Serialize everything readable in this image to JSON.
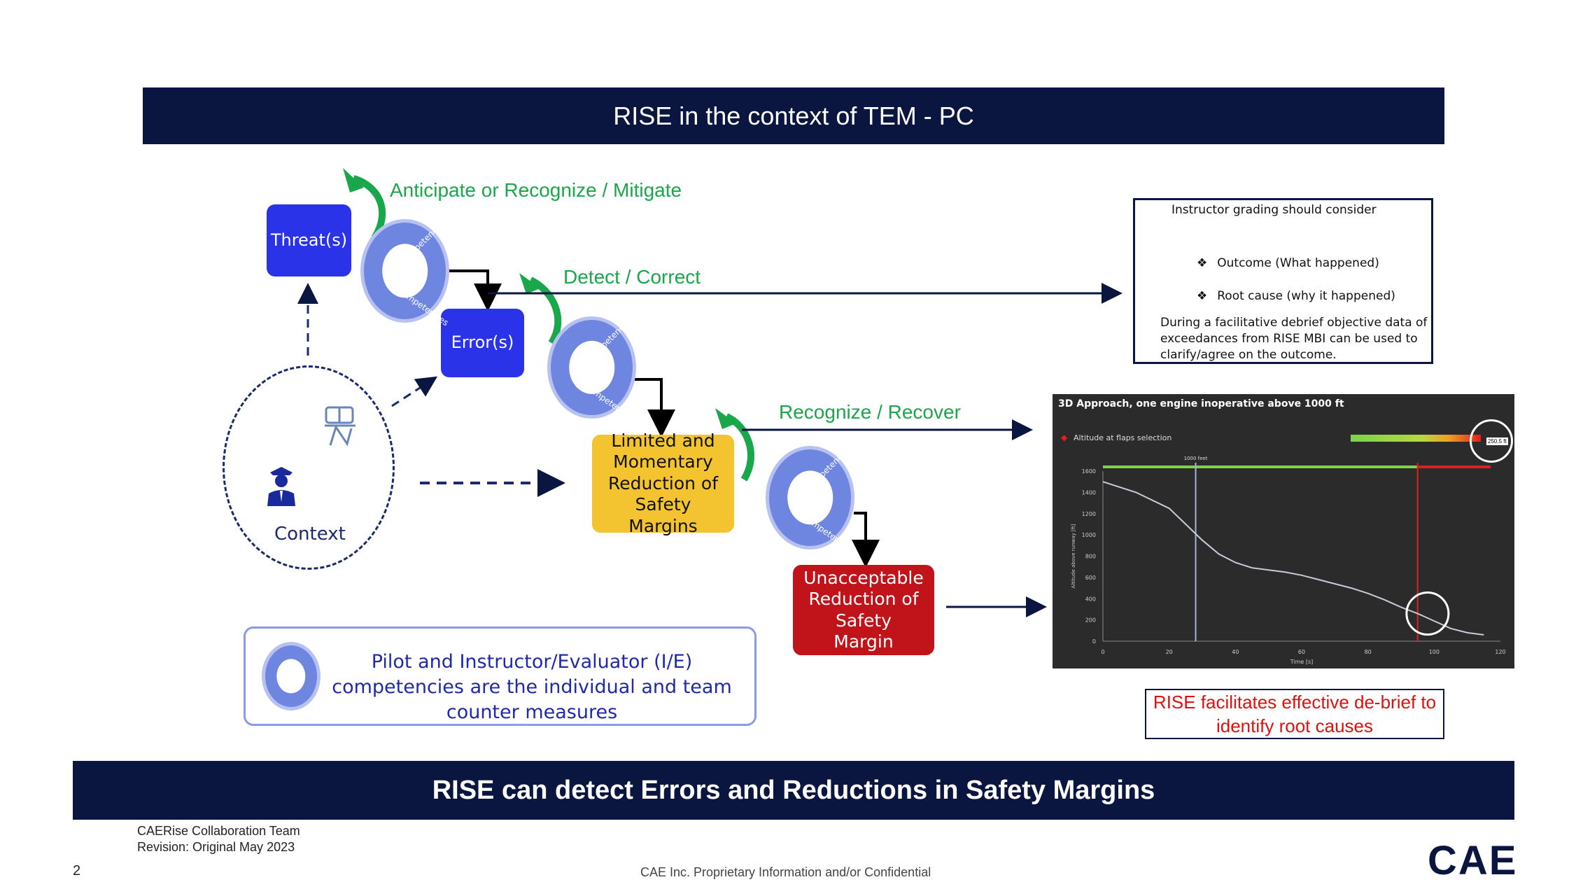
{
  "title": "RISE in the context of TEM - PC",
  "labels": {
    "anticipate": "Anticipate or Recognize / Mitigate",
    "detect": "Detect / Correct",
    "recognize": "Recognize / Recover"
  },
  "boxes": {
    "threat": "Threat(s)",
    "error": "Error(s)",
    "limited": "Limited and Momentary Reduction of Safety Margins",
    "unacceptable": "Unacceptable Reduction of Safety Margin",
    "context": "Context"
  },
  "badge": {
    "top": "Pilot competencies",
    "bottom": "I/E competencies"
  },
  "grading": {
    "heading": "Instructor grading should consider",
    "bullets": [
      "Outcome (What happened)",
      "Root cause (why it happened)"
    ],
    "paragraph": "During a facilitative debrief objective data of exceedances from RISE MBI can be used to clarify/agree on the outcome."
  },
  "chart": {
    "title": "3D Approach, one engine inoperative above 1000 ft",
    "legend": "Altitude at flaps selection",
    "badge_value": "250.5 ft",
    "marker_1": "1000 feet",
    "ylabel": "Altitude above runway [ft]",
    "xlabel": "Time [s]"
  },
  "chart_data": {
    "type": "line",
    "title": "3D Approach, one engine inoperative above 1000 ft",
    "xlabel": "Time [s]",
    "ylabel": "Altitude above runway [ft]",
    "xlim": [
      0,
      120
    ],
    "ylim": [
      0,
      1600
    ],
    "x_ticks": [
      "0",
      "20",
      "40",
      "60",
      "80",
      "100",
      "120"
    ],
    "y_ticks": [
      "0",
      "200",
      "400",
      "600",
      "800",
      "1000",
      "1200",
      "1400",
      "1600"
    ],
    "series": [
      {
        "name": "Altitude at flaps selection",
        "x": [
          0,
          10,
          20,
          25,
          30,
          35,
          40,
          45,
          50,
          55,
          60,
          65,
          70,
          75,
          80,
          85,
          90,
          95,
          100,
          105,
          110,
          115
        ],
        "y": [
          1500,
          1400,
          1250,
          1100,
          950,
          820,
          740,
          690,
          670,
          650,
          620,
          580,
          540,
          500,
          450,
          390,
          320,
          260,
          190,
          120,
          80,
          60
        ]
      }
    ],
    "vertical_markers": [
      {
        "x": 28,
        "label": "1000 feet",
        "color": "#a8b4d8"
      },
      {
        "x": 95,
        "label": "",
        "color": "#e02020"
      }
    ],
    "grid": false,
    "colors": {
      "line": "#c8ccd8",
      "limit_green": "#7bd34a",
      "limit_red": "#e02020",
      "background": "#2b2b2b"
    }
  },
  "debrief": "RISE facilitates effective de-brief to identify root causes",
  "legend_text": "Pilot and Instructor/Evaluator (I/E) competencies are the individual and team counter measures",
  "bottom_banner": "RISE can detect Errors and Reductions in Safety Margins",
  "footer": {
    "team": "CAERise Collaboration Team",
    "revision": "Revision: Original May 2023",
    "page": "2",
    "confidential": "CAE Inc. Proprietary Information and/or Confidential",
    "logo": "CAE"
  },
  "colors": {
    "navy": "#0b1640",
    "green": "#1aa64a",
    "threat_blue": "#2a33e8",
    "yellow": "#f4c430",
    "red": "#c0141a"
  }
}
